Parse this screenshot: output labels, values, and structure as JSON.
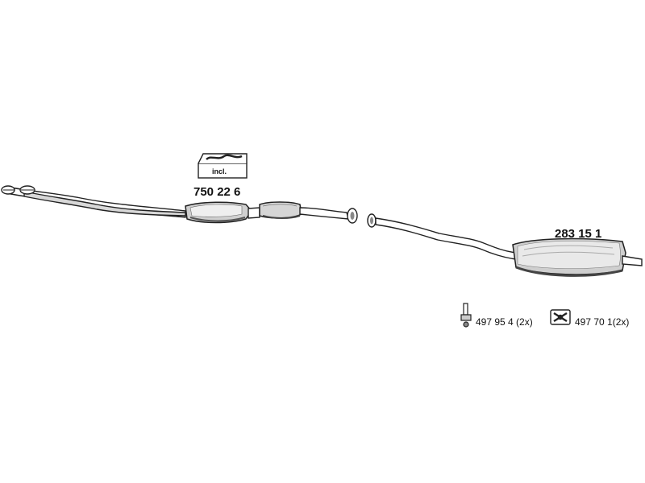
{
  "parts": {
    "catalytic_converter": {
      "part_number": "750 22 6",
      "kit_label": "incl."
    },
    "rear_silencer": {
      "part_number": "283 15 1"
    }
  },
  "accessories": [
    {
      "icon": "bracket-clamp-icon",
      "part_number": "497 95 4 (2x)"
    },
    {
      "icon": "rubber-hanger-icon",
      "part_number": "497 70 1(2x)"
    }
  ],
  "colors": {
    "line": "#222222",
    "fill": "#ffffff",
    "shade": "#bdbdbd",
    "dark": "#555555"
  }
}
